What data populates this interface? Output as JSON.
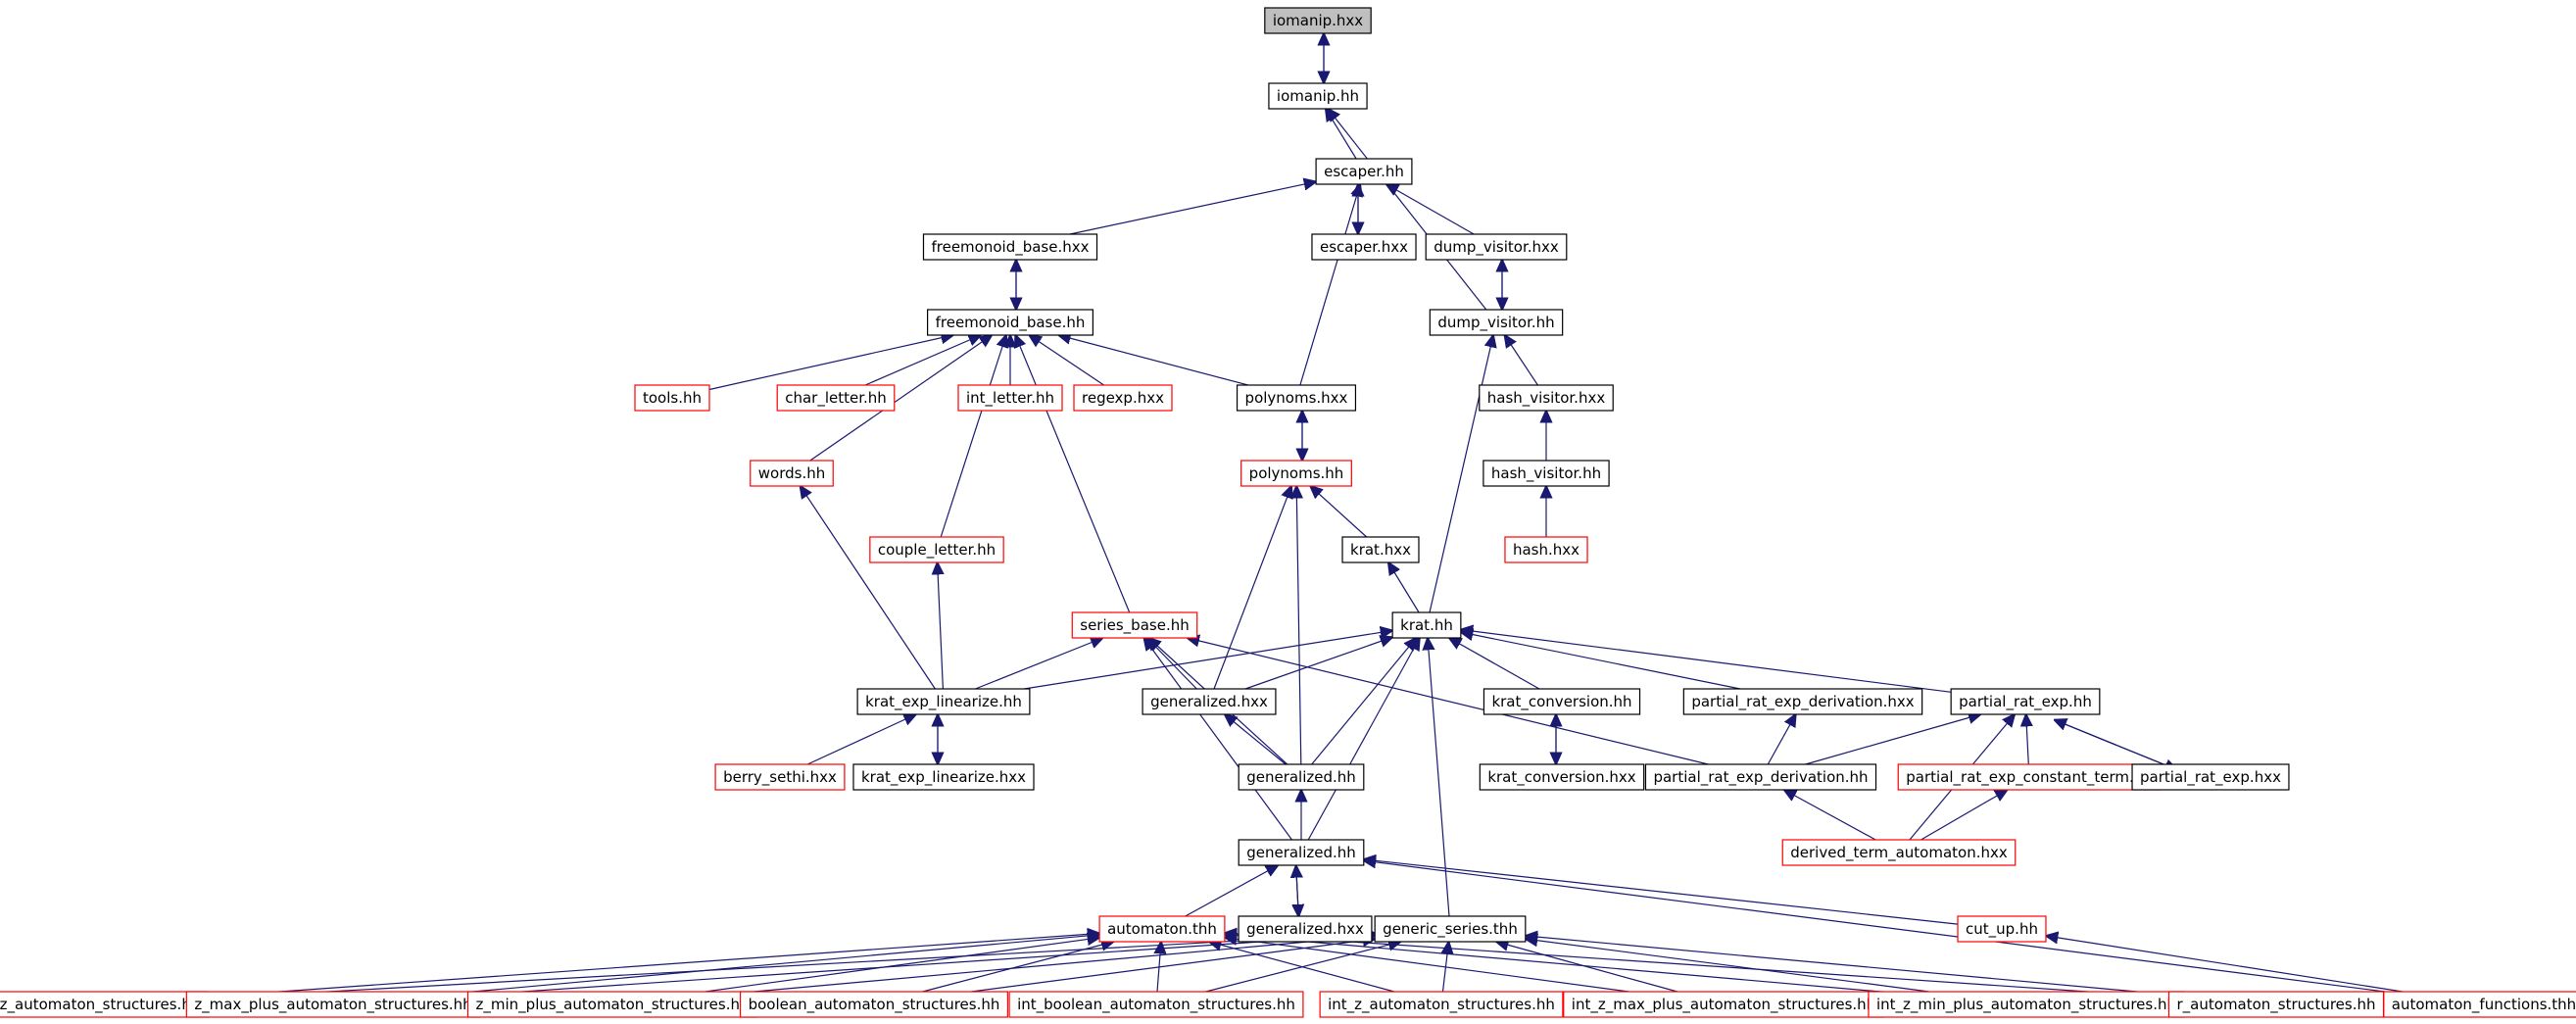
{
  "colors": {
    "edge": "#191970",
    "focus_fill": "#bfbfbf",
    "border_normal": "#000000",
    "border_truncated": "#ff0000",
    "background": "#ffffff"
  },
  "nodes": [
    {
      "id": "iomanip_hxx",
      "label": "iomanip.hxx",
      "style": "focus"
    },
    {
      "id": "iomanip_hh",
      "label": "iomanip.hh",
      "style": "normal"
    },
    {
      "id": "escaper_hh",
      "label": "escaper.hh",
      "style": "normal"
    },
    {
      "id": "freemonoid_base_hxx",
      "label": "freemonoid_base.hxx",
      "style": "normal"
    },
    {
      "id": "escaper_hxx",
      "label": "escaper.hxx",
      "style": "normal"
    },
    {
      "id": "dump_visitor_hxx",
      "label": "dump_visitor.hxx",
      "style": "normal"
    },
    {
      "id": "freemonoid_base_hh",
      "label": "freemonoid_base.hh",
      "style": "normal"
    },
    {
      "id": "dump_visitor_hh",
      "label": "dump_visitor.hh",
      "style": "normal"
    },
    {
      "id": "tools_hh",
      "label": "tools.hh",
      "style": "truncated"
    },
    {
      "id": "char_letter_hh",
      "label": "char_letter.hh",
      "style": "truncated"
    },
    {
      "id": "int_letter_hh",
      "label": "int_letter.hh",
      "style": "truncated"
    },
    {
      "id": "regexp_hxx",
      "label": "regexp.hxx",
      "style": "truncated"
    },
    {
      "id": "polynoms_hxx",
      "label": "polynoms.hxx",
      "style": "normal"
    },
    {
      "id": "hash_visitor_hxx",
      "label": "hash_visitor.hxx",
      "style": "normal"
    },
    {
      "id": "words_hh",
      "label": "words.hh",
      "style": "truncated"
    },
    {
      "id": "polynoms_hh",
      "label": "polynoms.hh",
      "style": "truncated"
    },
    {
      "id": "hash_visitor_hh",
      "label": "hash_visitor.hh",
      "style": "normal"
    },
    {
      "id": "couple_letter_hh",
      "label": "couple_letter.hh",
      "style": "truncated"
    },
    {
      "id": "krat_hxx",
      "label": "krat.hxx",
      "style": "normal"
    },
    {
      "id": "hash_hxx",
      "label": "hash.hxx",
      "style": "truncated"
    },
    {
      "id": "series_base_hh",
      "label": "series_base.hh",
      "style": "truncated"
    },
    {
      "id": "krat_hh",
      "label": "krat.hh",
      "style": "normal"
    },
    {
      "id": "krat_exp_linearize_hh",
      "label": "krat_exp_linearize.hh",
      "style": "normal"
    },
    {
      "id": "generalized_hxx_a",
      "label": "generalized.hxx",
      "style": "normal"
    },
    {
      "id": "krat_conversion_hh",
      "label": "krat_conversion.hh",
      "style": "normal"
    },
    {
      "id": "partial_rat_exp_derivation_hxx",
      "label": "partial_rat_exp_derivation.hxx",
      "style": "normal"
    },
    {
      "id": "partial_rat_exp_hh",
      "label": "partial_rat_exp.hh",
      "style": "normal"
    },
    {
      "id": "berry_sethi_hxx",
      "label": "berry_sethi.hxx",
      "style": "truncated"
    },
    {
      "id": "krat_exp_linearize_hxx",
      "label": "krat_exp_linearize.hxx",
      "style": "normal"
    },
    {
      "id": "generalized_hh_a",
      "label": "generalized.hh",
      "style": "normal"
    },
    {
      "id": "krat_conversion_hxx",
      "label": "krat_conversion.hxx",
      "style": "normal"
    },
    {
      "id": "partial_rat_exp_derivation_hh",
      "label": "partial_rat_exp_derivation.hh",
      "style": "normal"
    },
    {
      "id": "partial_rat_exp_constant_term_hh",
      "label": "partial_rat_exp_constant_term.hh",
      "style": "truncated"
    },
    {
      "id": "partial_rat_exp_hxx",
      "label": "partial_rat_exp.hxx",
      "style": "normal"
    },
    {
      "id": "generalized_hh_b",
      "label": "generalized.hh",
      "style": "normal"
    },
    {
      "id": "derived_term_automaton_hxx",
      "label": "derived_term_automaton.hxx",
      "style": "truncated"
    },
    {
      "id": "automaton_thh",
      "label": "automaton.thh",
      "style": "truncated"
    },
    {
      "id": "generalized_hxx_b",
      "label": "generalized.hxx",
      "style": "normal"
    },
    {
      "id": "generic_series_thh",
      "label": "generic_series.thh",
      "style": "normal"
    },
    {
      "id": "cut_up_hh",
      "label": "cut_up.hh",
      "style": "truncated"
    },
    {
      "id": "z_automaton_structures_hh",
      "label": "z_automaton_structures.hh",
      "style": "truncated"
    },
    {
      "id": "z_max_plus_automaton_structures_hh",
      "label": "z_max_plus_automaton_structures.hh",
      "style": "truncated"
    },
    {
      "id": "z_min_plus_automaton_structures_hh",
      "label": "z_min_plus_automaton_structures.hh",
      "style": "truncated"
    },
    {
      "id": "boolean_automaton_structures_hh",
      "label": "boolean_automaton_structures.hh",
      "style": "truncated"
    },
    {
      "id": "int_boolean_automaton_structures_hh",
      "label": "int_boolean_automaton_structures.hh",
      "style": "truncated"
    },
    {
      "id": "int_z_automaton_structures_hh",
      "label": "int_z_automaton_structures.hh",
      "style": "truncated"
    },
    {
      "id": "int_z_max_plus_automaton_structures_hh",
      "label": "int_z_max_plus_automaton_structures.hh",
      "style": "truncated"
    },
    {
      "id": "int_z_min_plus_automaton_structures_hh",
      "label": "int_z_min_plus_automaton_structures.hh",
      "style": "truncated"
    },
    {
      "id": "r_automaton_structures_hh",
      "label": "r_automaton_structures.hh",
      "style": "truncated"
    },
    {
      "id": "automaton_functions_thh",
      "label": "automaton_functions.thh",
      "style": "truncated"
    }
  ],
  "edges": [
    [
      "iomanip_hh",
      "iomanip_hxx"
    ],
    [
      "iomanip_hxx",
      "iomanip_hh"
    ],
    [
      "escaper_hh",
      "iomanip_hh"
    ],
    [
      "dump_visitor_hh",
      "iomanip_hh"
    ],
    [
      "freemonoid_base_hxx",
      "escaper_hh"
    ],
    [
      "escaper_hxx",
      "escaper_hh"
    ],
    [
      "escaper_hh",
      "escaper_hxx"
    ],
    [
      "dump_visitor_hxx",
      "escaper_hh"
    ],
    [
      "polynoms_hxx",
      "escaper_hh"
    ],
    [
      "freemonoid_base_hh",
      "freemonoid_base_hxx"
    ],
    [
      "freemonoid_base_hxx",
      "freemonoid_base_hh"
    ],
    [
      "dump_visitor_hh",
      "dump_visitor_hxx"
    ],
    [
      "dump_visitor_hxx",
      "dump_visitor_hh"
    ],
    [
      "tools_hh",
      "freemonoid_base_hh"
    ],
    [
      "char_letter_hh",
      "freemonoid_base_hh"
    ],
    [
      "int_letter_hh",
      "freemonoid_base_hh"
    ],
    [
      "regexp_hxx",
      "freemonoid_base_hh"
    ],
    [
      "polynoms_hxx",
      "freemonoid_base_hh"
    ],
    [
      "words_hh",
      "freemonoid_base_hh"
    ],
    [
      "couple_letter_hh",
      "freemonoid_base_hh"
    ],
    [
      "series_base_hh",
      "freemonoid_base_hh"
    ],
    [
      "hash_visitor_hxx",
      "dump_visitor_hh"
    ],
    [
      "krat_hh",
      "dump_visitor_hh"
    ],
    [
      "polynoms_hh",
      "polynoms_hxx"
    ],
    [
      "polynoms_hxx",
      "polynoms_hh"
    ],
    [
      "hash_visitor_hh",
      "hash_visitor_hxx"
    ],
    [
      "hash_hxx",
      "hash_visitor_hh"
    ],
    [
      "krat_hxx",
      "polynoms_hh"
    ],
    [
      "generalized_hxx_a",
      "polynoms_hh"
    ],
    [
      "generalized_hh_a",
      "polynoms_hh"
    ],
    [
      "krat_hh",
      "krat_hxx"
    ],
    [
      "krat_exp_linearize_hh",
      "words_hh"
    ],
    [
      "krat_exp_linearize_hh",
      "couple_letter_hh"
    ],
    [
      "krat_exp_linearize_hh",
      "series_base_hh"
    ],
    [
      "generalized_hxx_a",
      "series_base_hh"
    ],
    [
      "generalized_hh_a",
      "series_base_hh"
    ],
    [
      "generalized_hh_b",
      "series_base_hh"
    ],
    [
      "partial_rat_exp_derivation_hh",
      "series_base_hh"
    ],
    [
      "krat_exp_linearize_hh",
      "krat_hh"
    ],
    [
      "generalized_hxx_a",
      "krat_hh"
    ],
    [
      "generalized_hh_a",
      "krat_hh"
    ],
    [
      "krat_conversion_hh",
      "krat_hh"
    ],
    [
      "partial_rat_exp_derivation_hxx",
      "krat_hh"
    ],
    [
      "partial_rat_exp_hh",
      "krat_hh"
    ],
    [
      "generalized_hh_b",
      "krat_hh"
    ],
    [
      "generic_series_thh",
      "krat_hh"
    ],
    [
      "berry_sethi_hxx",
      "krat_exp_linearize_hh"
    ],
    [
      "krat_exp_linearize_hxx",
      "krat_exp_linearize_hh"
    ],
    [
      "krat_exp_linearize_hh",
      "krat_exp_linearize_hxx"
    ],
    [
      "generalized_hh_a",
      "generalized_hxx_a"
    ],
    [
      "krat_conversion_hxx",
      "krat_conversion_hh"
    ],
    [
      "krat_conversion_hh",
      "krat_conversion_hxx"
    ],
    [
      "partial_rat_exp_derivation_hh",
      "partial_rat_exp_derivation_hxx"
    ],
    [
      "partial_rat_exp_derivation_hh",
      "partial_rat_exp_hh"
    ],
    [
      "partial_rat_exp_constant_term_hh",
      "partial_rat_exp_hh"
    ],
    [
      "partial_rat_exp_hxx",
      "partial_rat_exp_hh"
    ],
    [
      "partial_rat_exp_hh",
      "partial_rat_exp_hxx"
    ],
    [
      "derived_term_automaton_hxx",
      "partial_rat_exp_hh"
    ],
    [
      "derived_term_automaton_hxx",
      "partial_rat_exp_derivation_hh"
    ],
    [
      "derived_term_automaton_hxx",
      "partial_rat_exp_constant_term_hh"
    ],
    [
      "generalized_hh_b",
      "generalized_hh_a"
    ],
    [
      "automaton_thh",
      "generalized_hh_b"
    ],
    [
      "generalized_hxx_b",
      "generalized_hh_b"
    ],
    [
      "generalized_hh_b",
      "generalized_hxx_b"
    ],
    [
      "cut_up_hh",
      "generalized_hh_b"
    ],
    [
      "automaton_functions_thh",
      "generalized_hh_b"
    ],
    [
      "automaton_functions_thh",
      "cut_up_hh"
    ],
    [
      "z_automaton_structures_hh",
      "automaton_thh"
    ],
    [
      "z_max_plus_automaton_structures_hh",
      "automaton_thh"
    ],
    [
      "z_min_plus_automaton_structures_hh",
      "automaton_thh"
    ],
    [
      "boolean_automaton_structures_hh",
      "automaton_thh"
    ],
    [
      "int_boolean_automaton_structures_hh",
      "automaton_thh"
    ],
    [
      "int_z_automaton_structures_hh",
      "automaton_thh"
    ],
    [
      "int_z_max_plus_automaton_structures_hh",
      "automaton_thh"
    ],
    [
      "int_z_min_plus_automaton_structures_hh",
      "automaton_thh"
    ],
    [
      "r_automaton_structures_hh",
      "automaton_thh"
    ],
    [
      "z_automaton_structures_hh",
      "generic_series_thh"
    ],
    [
      "z_max_plus_automaton_structures_hh",
      "generic_series_thh"
    ],
    [
      "z_min_plus_automaton_structures_hh",
      "generic_series_thh"
    ],
    [
      "boolean_automaton_structures_hh",
      "generic_series_thh"
    ],
    [
      "int_boolean_automaton_structures_hh",
      "generic_series_thh"
    ],
    [
      "int_z_automaton_structures_hh",
      "generic_series_thh"
    ],
    [
      "int_z_max_plus_automaton_structures_hh",
      "generic_series_thh"
    ],
    [
      "int_z_min_plus_automaton_structures_hh",
      "generic_series_thh"
    ],
    [
      "r_automaton_structures_hh",
      "generic_series_thh"
    ]
  ]
}
